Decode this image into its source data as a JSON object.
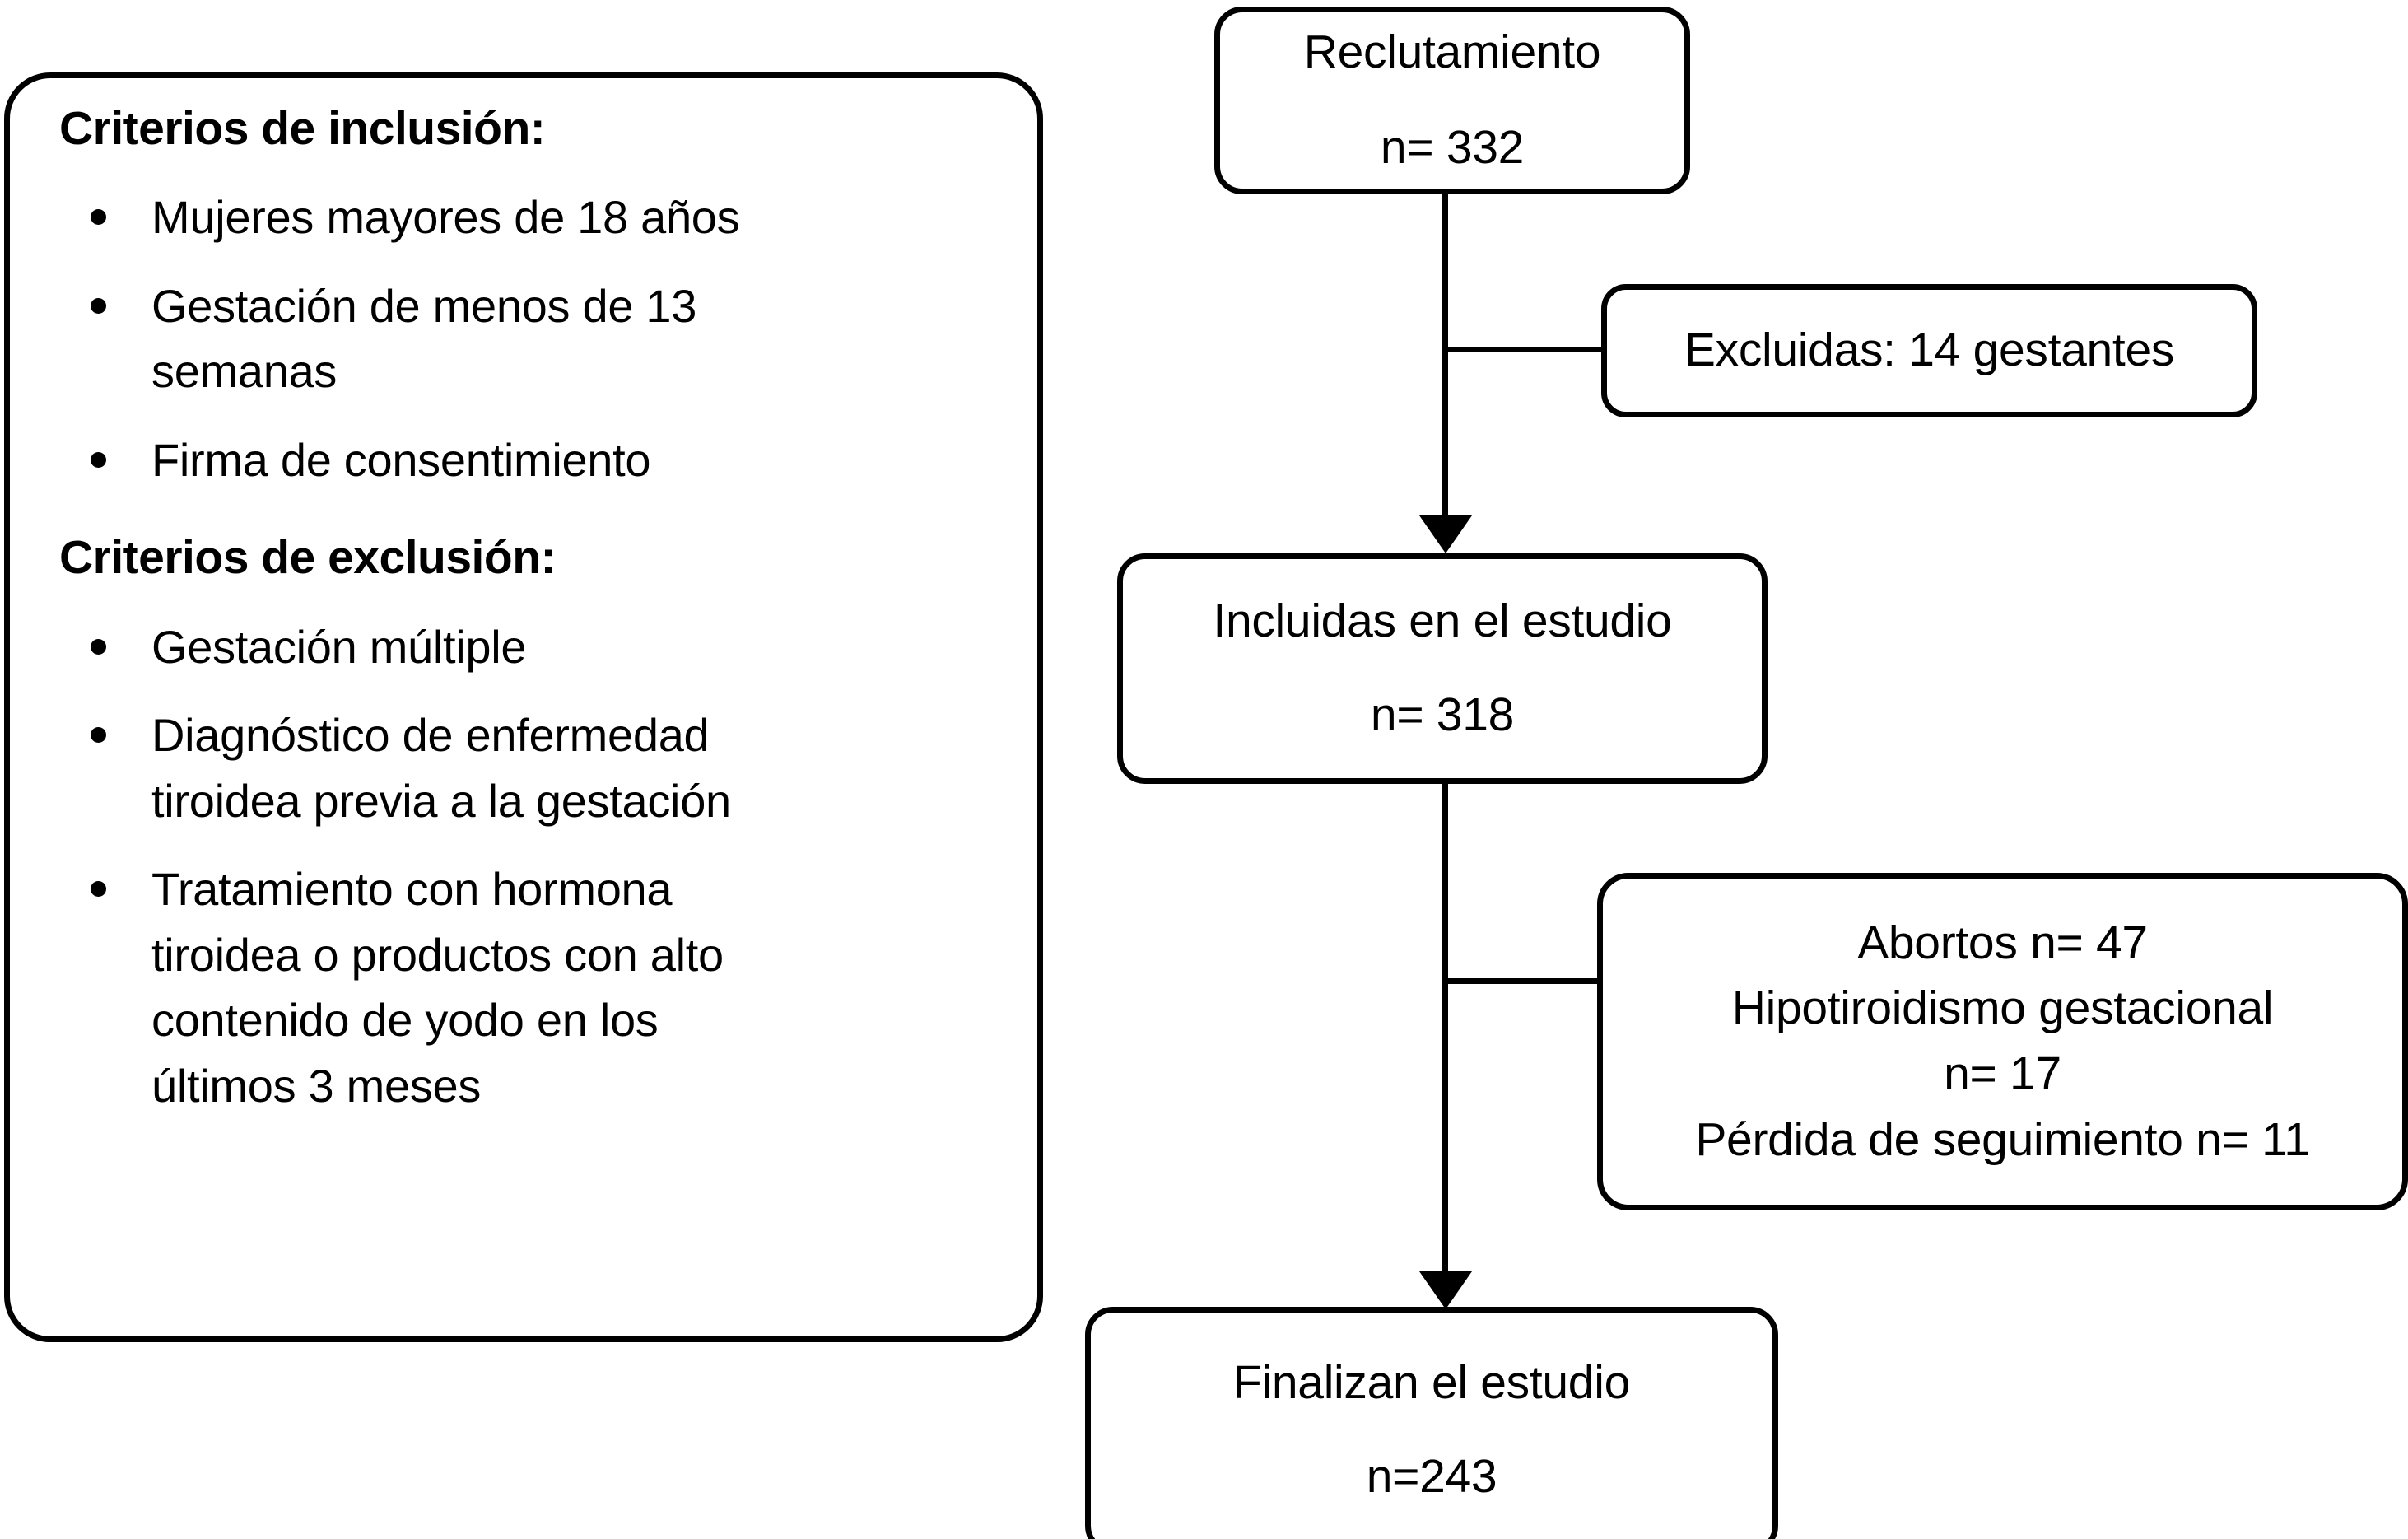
{
  "criteria_panel": {
    "inclusion": {
      "heading": "Criterios de inclusión:",
      "items": [
        "Mujeres mayores de 18 años",
        "Gestación de menos de 13 semanas",
        "Firma de consentimiento"
      ]
    },
    "exclusion": {
      "heading": "Criterios de exclusión:",
      "items": [
        "Gestación múltiple",
        "Diagnóstico de enfermedad tiroidea previa a la gestación",
        "Tratamiento con hormona tiroidea o productos con alto contenido de yodo en los últimos 3 meses"
      ]
    }
  },
  "flowchart": {
    "recruitment": {
      "label": "Reclutamiento",
      "count": "n= 332"
    },
    "excluded": {
      "label": "Excluidas: 14 gestantes"
    },
    "included": {
      "label": "Incluidas en el estudio",
      "count": "n= 318"
    },
    "losses": {
      "line1": "Abortos n= 47",
      "line2": "Hipotiroidismo gestacional",
      "line3": "n= 17",
      "line4": "Pérdida de seguimiento n= 11"
    },
    "final": {
      "label": "Finalizan el estudio",
      "count": "n=243"
    }
  },
  "colors": {
    "stroke": "#000000",
    "background": "#ffffff",
    "text": "#000000"
  }
}
